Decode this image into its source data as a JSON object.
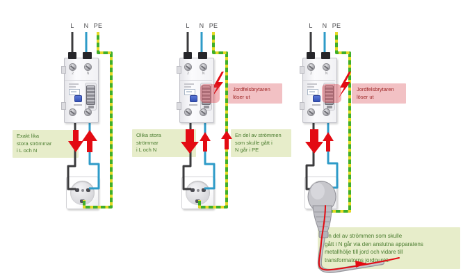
{
  "colors": {
    "wire_l": "#3b3b3d",
    "wire_n": "#2e9bc8",
    "wire_pe_green": "#3fae2a",
    "wire_pe_yellow": "#e6d927",
    "arrow_red": "#e30b13",
    "note_green_bg": "#e7edca",
    "note_green_text": "#4a7c2f",
    "alert_pink_bg": "#f2c1c4",
    "alert_pink_text": "#9c2121"
  },
  "panels": [
    {
      "wire_labels": {
        "l": "L",
        "n": "N",
        "pe": "PE"
      },
      "device": {
        "terminal_left": "2",
        "terminal_right": "N"
      },
      "note_currents": "Exakt lika\nstora strömmar\ni L och N"
    },
    {
      "wire_labels": {
        "l": "L",
        "n": "N",
        "pe": "PE"
      },
      "device": {
        "terminal_left": "2",
        "terminal_right": "N"
      },
      "note_currents": "Olika stora\nströmmar\ni L och N",
      "note_pe": "En del av strömmen\nsom skulle gått i\nN går i PE",
      "alert": "Jordfelsbrytaren\nlöser ut",
      "alert_icon": "lightning-bolt"
    },
    {
      "wire_labels": {
        "l": "L",
        "n": "N",
        "pe": "PE"
      },
      "device": {
        "terminal_left": "2",
        "terminal_right": "N"
      },
      "alert": "Jordfelsbrytaren\nlöser ut",
      "alert_icon": "lightning-bolt",
      "note_ground": "En del av strömmen som skulle\ngått i N går via den anslutna apparatens\nmetallhölje till jord och vidare till\ntransformatorns jordpunkt."
    }
  ]
}
